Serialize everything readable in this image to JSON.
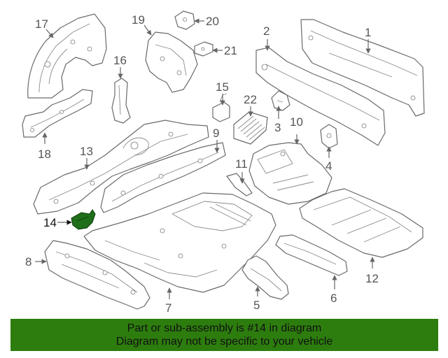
{
  "diagram": {
    "callouts": [
      "1",
      "2",
      "3",
      "4",
      "5",
      "6",
      "7",
      "8",
      "9",
      "10",
      "11",
      "12",
      "13",
      "14",
      "15",
      "16",
      "17",
      "18",
      "19",
      "20",
      "21",
      "22"
    ],
    "highlighted_part": "14",
    "highlight_color": "#1e6e1a"
  },
  "banner": {
    "line1": "Part or sub-assembly is #14 in diagram",
    "line2": "Diagram may not be specific to your vehicle",
    "background": "#2d7d0e"
  }
}
